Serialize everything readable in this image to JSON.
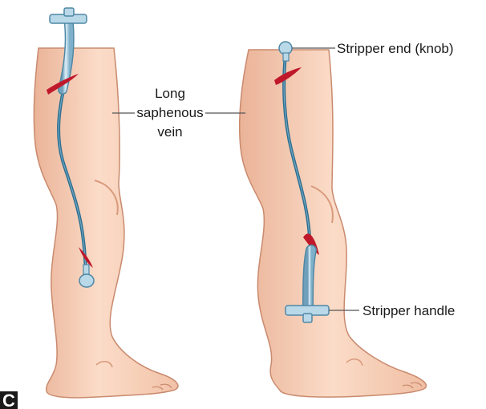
{
  "panel_letter": "C",
  "labels": {
    "long_saphenous_vein": [
      "Long",
      "saphenous",
      "vein"
    ],
    "stripper_end": "Stripper end (knob)",
    "stripper_handle": "Stripper handle"
  },
  "colors": {
    "skin": "#f8d3bd",
    "skin_shade": "#e8ad90",
    "outline": "#c98a6e",
    "vein": "#2e6e8e",
    "vein_highlight": "#6fa7c4",
    "instrument": "#b9d8e8",
    "instrument_edge": "#4f88a6",
    "incision": "#c0182b",
    "leader_line": "#555555",
    "panel_letter_bg": "#1a1a1a"
  }
}
